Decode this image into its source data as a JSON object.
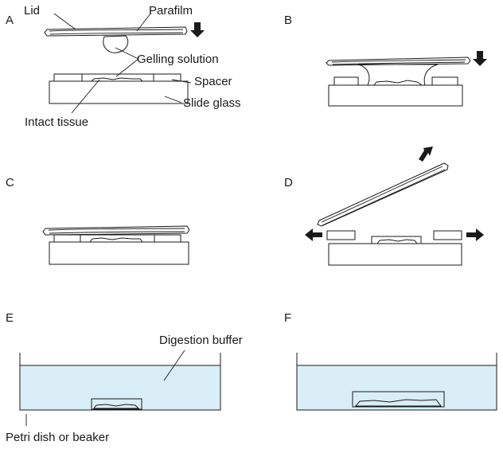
{
  "panels": {
    "a": {
      "letter": "A",
      "labels": {
        "lid": "Lid",
        "parafilm": "Parafilm",
        "gelling_solution": "Gelling solution",
        "spacer": "Spacer",
        "slide_glass": "Slide glass",
        "intact_tissue": "Intact tissue"
      }
    },
    "b": {
      "letter": "B"
    },
    "c": {
      "letter": "C"
    },
    "d": {
      "letter": "D"
    },
    "e": {
      "letter": "E",
      "labels": {
        "digestion_buffer": "Digestion buffer",
        "container": "Petri dish or beaker"
      }
    },
    "f": {
      "letter": "F"
    }
  },
  "colors": {
    "gel": "#9ed7e8",
    "tissue": "#e07a2e",
    "glass": "#e6e6e6",
    "buffer": "#d9eef6",
    "lid": "#f0f0f0",
    "outline": "#1a1a1a"
  },
  "icons": [
    "arrow-down-icon",
    "arrow-left-icon",
    "arrow-right-icon",
    "arrow-up-right-icon"
  ]
}
